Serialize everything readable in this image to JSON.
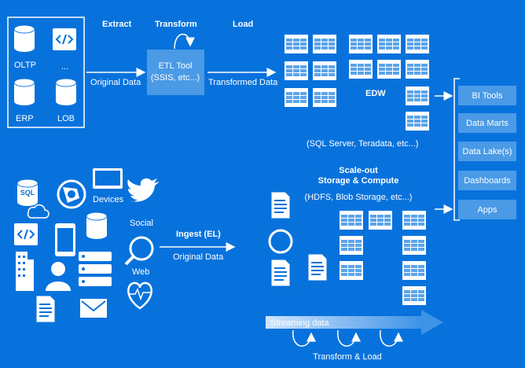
{
  "etl": {
    "stage_extract": "Extract",
    "stage_transform": "Transform",
    "stage_load": "Load",
    "sources": [
      "OLTP",
      "...",
      "ERP",
      "LOB"
    ],
    "original_data": "Original Data",
    "tool_line1": "ETL Tool",
    "tool_line2": "(SSIS, etc...)",
    "transformed_data": "Transformed Data",
    "edw_label": "EDW",
    "edw_sub": "(SQL Server, Teradata, etc...)"
  },
  "outputs": [
    "BI Tools",
    "Data Marts",
    "Data Lake(s)",
    "Dashboards",
    "Apps"
  ],
  "elt": {
    "source_labels": {
      "devices": "Devices",
      "social": "Social",
      "web": "Web",
      "sql": "SQL"
    },
    "ingest": "Ingest (EL)",
    "original_data": "Original Data",
    "scaleout_line1": "Scale-out",
    "scaleout_line2": "Storage & Compute",
    "scaleout_sub": "(HDFS, Blob Storage, etc...)",
    "streaming": "Streaming data",
    "transform_load": "Transform & Load"
  },
  "colors": {
    "background": "#0872dc",
    "panel": "#4a9ae6",
    "white": "#ffffff"
  }
}
